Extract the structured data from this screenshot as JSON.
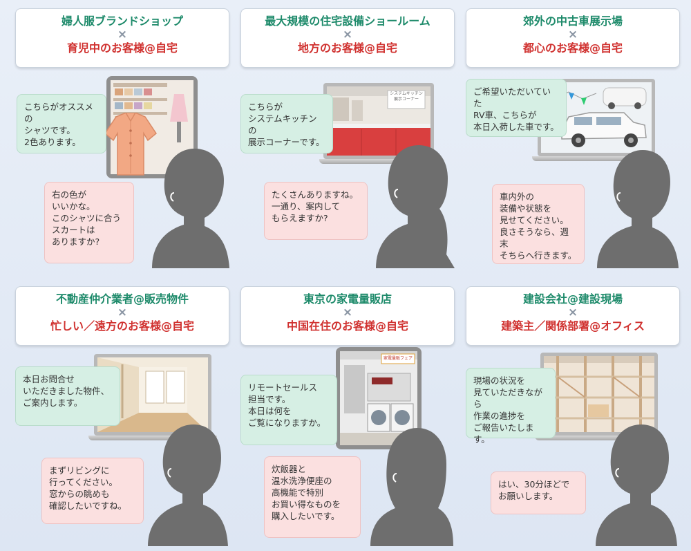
{
  "panels": [
    {
      "top_text": "婦人服ブランドショップ",
      "cross": "×",
      "bottom_text": "育児中のお客様@自宅",
      "agent_bubble": "こちらがオススメの\nシャツです。\n2色あります。",
      "customer_bubble": "右の色が\nいいかな。\nこのシャツに合う\nスカートは\nありますか?"
    },
    {
      "top_text": "最大規模の住宅設備ショールーム",
      "cross": "×",
      "bottom_text": "地方のお客様@自宅",
      "agent_bubble": "こちらが\nシステムキッチンの\n展示コーナーです。",
      "customer_bubble": "たくさんありますね。\n一通り、案内して\nもらえますか?",
      "screen_sign": "システムキッチン\n展示コーナー"
    },
    {
      "top_text": "郊外の中古車展示場",
      "cross": "×",
      "bottom_text": "都心のお客様@自宅",
      "agent_bubble": "ご希望いただいていた\nRV車、こちらが\n本日入荷した車です。",
      "customer_bubble": "車内外の\n装備や状態を\n見せてください。\n良さそうなら、週末\nそちらへ行きます。"
    },
    {
      "top_text": "不動産仲介業者@販売物件",
      "cross": "×",
      "bottom_text": "忙しい／遠方のお客様@自宅",
      "agent_bubble": "本日お問合せ\nいただきました物件、\nご案内します。",
      "customer_bubble": "まずリビングに\n行ってください。\n窓からの眺めも\n確認したいですね。"
    },
    {
      "top_text": "東京の家電量販店",
      "cross": "×",
      "bottom_text": "中国在住のお客様@自宅",
      "agent_bubble": "リモートセールス\n担当です。\n本日は何を\nご覧になりますか。",
      "customer_bubble": "炊飯器と\n温水洗浄便座の\n高機能で特別\nお買い得なものを\n購入したいです。",
      "screen_sign": "家電量販フェア"
    },
    {
      "top_text": "建設会社@建設現場",
      "cross": "×",
      "bottom_text": "建築主／関係部署@オフィス",
      "agent_bubble": "現場の状況を\n見ていただきながら\n作業の進捗を\nご報告いたします。",
      "customer_bubble": "はい、30分ほどで\nお願いします。"
    }
  ],
  "colors": {
    "top_text": "#1d8a6a",
    "bottom_text": "#d0312f",
    "agent_bubble": "#d6efe4",
    "customer_bubble": "#fbe0e0",
    "silhouette": "#6e6e6e"
  }
}
